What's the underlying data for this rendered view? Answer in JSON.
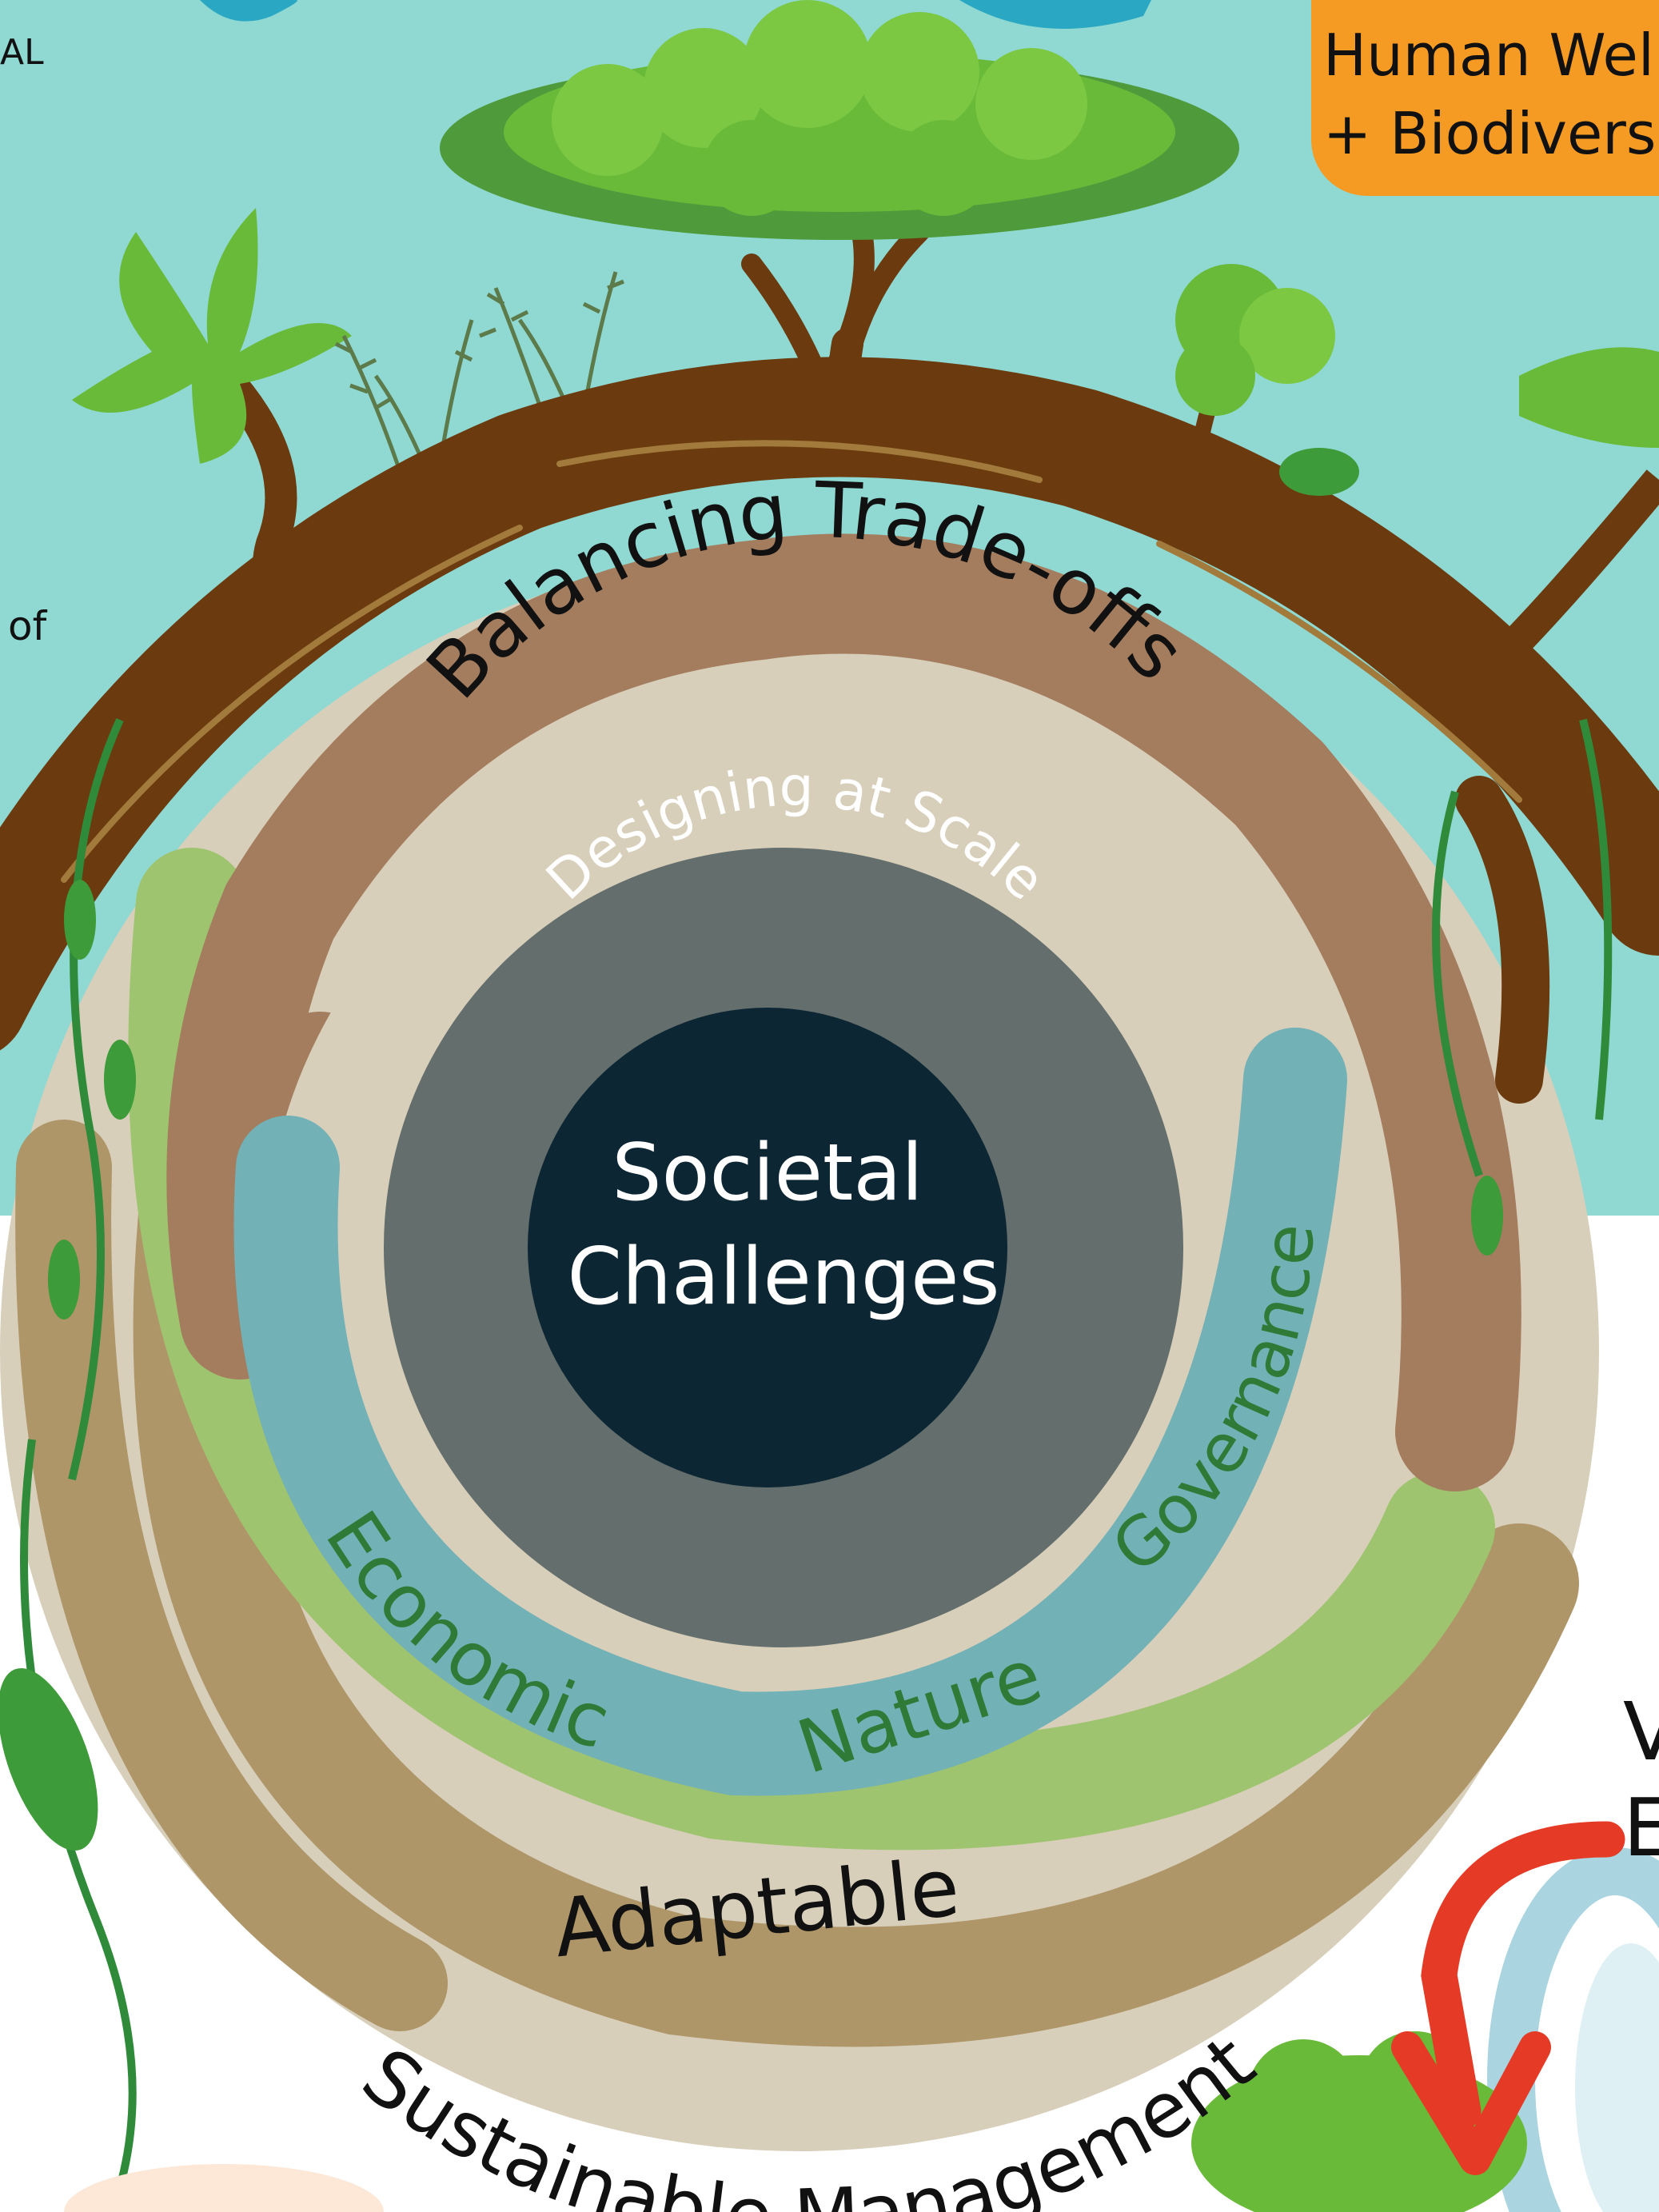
{
  "colors": {
    "sky": "#8fd9d2",
    "trunk": "#6b3a0f",
    "trunk_grain": "#a27a3b",
    "foliage": "#6aba3a",
    "foliage_dark": "#2f8a3a",
    "ring_outer": "#d8cfbb",
    "ring_brown": "#a47c5e",
    "ring_khaki": "#ae9669",
    "ring_green": "#9fc46f",
    "ring_blue": "#72b1b6",
    "ring_slate": "#646e6c",
    "core": "#0c2633",
    "callout": "#f59b23",
    "arrow": "#e53b26",
    "water": "#a9d4e0",
    "text_dark": "#111111",
    "text_green": "#2f7a36",
    "text_light": "#ffffff"
  },
  "title_fragment": "",
  "side_text": {
    "top_left": "AL",
    "left_mid": "of",
    "right_mid_a": "V",
    "right_mid_b": "E"
  },
  "callout": {
    "line1": "Human Well-b",
    "line2": "+ Biodiversit"
  },
  "rings": {
    "balancing": "Balancing Trade-offs",
    "designing": "Designing at Scale",
    "core_line1": "Societal",
    "core_line2": "Challenges",
    "economic": "Economic",
    "nature": "Nature",
    "governance": "Governance",
    "adaptable": "Adaptable",
    "sustainable": "Sustainable Management"
  },
  "icons": [
    "tree-icon",
    "fern-icon",
    "vine-icon",
    "arrow-icon",
    "water-swirl-icon"
  ]
}
